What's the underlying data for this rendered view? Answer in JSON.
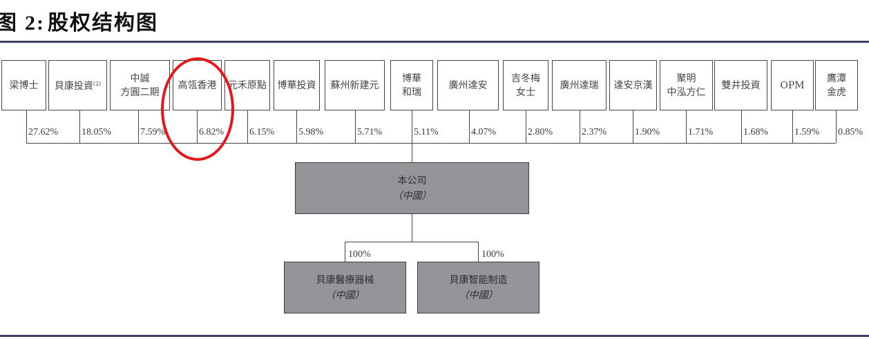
{
  "header": {
    "prefix": "图",
    "number": "2:",
    "title": "股权结构图"
  },
  "colors": {
    "rule": "#3c3f6e",
    "entity_fill": "#939598",
    "highlight": "#e5161b"
  },
  "shareholders": [
    {
      "line1": "梁博士",
      "line2": "",
      "sup": "",
      "pct": "27.62%"
    },
    {
      "line1": "貝康投資",
      "line2": "",
      "sup": "(2)",
      "pct": "18.05%"
    },
    {
      "line1": "中誠",
      "line2": "方圓二期",
      "sup": "",
      "pct": "7.59%"
    },
    {
      "line1": "高瓴香港",
      "line2": "",
      "sup": "",
      "pct": "6.82%"
    },
    {
      "line1": "元禾原點",
      "line2": "",
      "sup": "",
      "pct": "6.15%"
    },
    {
      "line1": "博華投資",
      "line2": "",
      "sup": "",
      "pct": "5.98%"
    },
    {
      "line1": "蘇州新建元",
      "line2": "",
      "sup": "",
      "pct": "5.71%"
    },
    {
      "line1": "博華",
      "line2": "和瑞",
      "sup": "",
      "pct": "5.11%"
    },
    {
      "line1": "廣州達安",
      "line2": "",
      "sup": "",
      "pct": "4.07%"
    },
    {
      "line1": "吉冬梅",
      "line2": "女士",
      "sup": "",
      "pct": "2.80%"
    },
    {
      "line1": "廣州達瑞",
      "line2": "",
      "sup": "",
      "pct": "2.37%"
    },
    {
      "line1": "達安京漢",
      "line2": "",
      "sup": "",
      "pct": "1.90%"
    },
    {
      "line1": "聚明",
      "line2": "中泓方仁",
      "sup": "",
      "pct": "1.71%"
    },
    {
      "line1": "雙井投資",
      "line2": "",
      "sup": "",
      "pct": "1.68%"
    },
    {
      "line1": "OPM",
      "line2": "",
      "sup": "",
      "pct": "1.59%"
    },
    {
      "line1": "鷹潭",
      "line2": "金虎",
      "sup": "",
      "pct": "0.85%"
    }
  ],
  "company": {
    "name": "本公司",
    "region": "（中國）"
  },
  "subsidiaries": [
    {
      "name": "貝康醫療器械",
      "region": "（中國）",
      "pct": "100%"
    },
    {
      "name": "貝康智能制造",
      "region": "（中國）",
      "pct": "100%"
    }
  ],
  "highlight": {
    "target": "高瓴香港",
    "shape": "red-ellipse"
  }
}
